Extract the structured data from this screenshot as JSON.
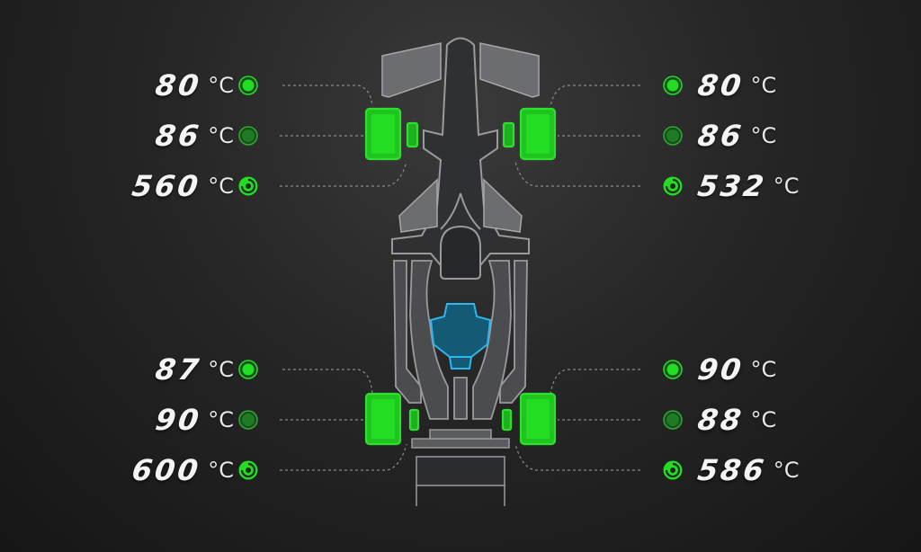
{
  "unit": "°C",
  "colors": {
    "ok": "#22dd22",
    "ok_dim": "#1f7a24",
    "engine": "#1fa8e0",
    "outline": "#9a9a9a",
    "body": "#3a3c3f"
  },
  "wheels": {
    "front_left": {
      "surface_temp": "80",
      "inner_temp": "86",
      "brake_temp": "560"
    },
    "front_right": {
      "surface_temp": "80",
      "inner_temp": "86",
      "brake_temp": "532"
    },
    "rear_left": {
      "surface_temp": "87",
      "inner_temp": "90",
      "brake_temp": "600"
    },
    "rear_right": {
      "surface_temp": "90",
      "inner_temp": "88",
      "brake_temp": "586"
    }
  },
  "icons": {
    "surface": "tyre-surface-icon",
    "inner": "tyre-inner-icon",
    "brake": "brake-disc-icon"
  }
}
